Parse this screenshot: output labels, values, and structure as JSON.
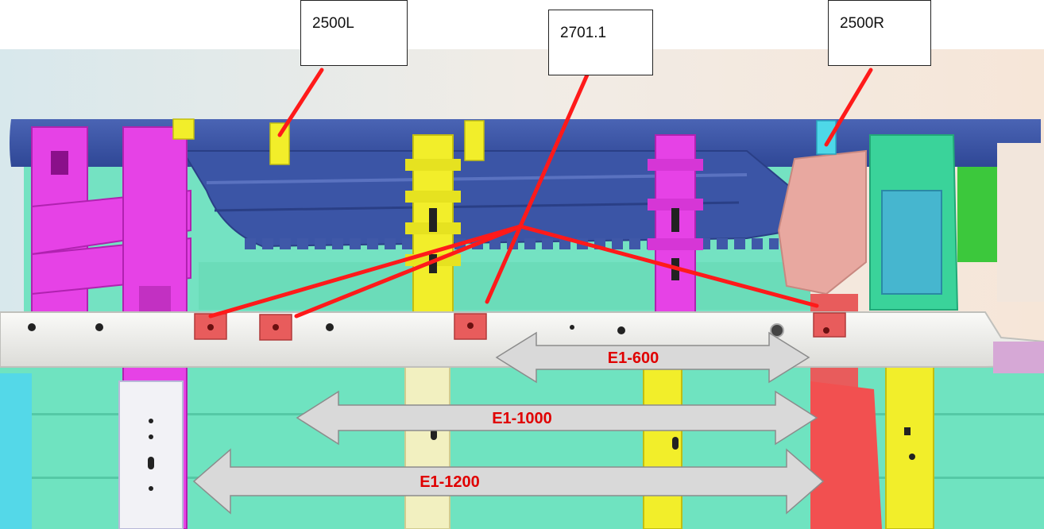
{
  "callouts": {
    "left": {
      "label": "2500L"
    },
    "middle": {
      "label": "2701.1"
    },
    "right": {
      "label": "2500R"
    }
  },
  "dimensions": {
    "d600": {
      "label": "E1-600"
    },
    "d1000": {
      "label": "E1-1000"
    },
    "d1200": {
      "label": "E1-1200"
    }
  },
  "colors": {
    "leader": "#ff1a1a",
    "dim_label": "#e00000",
    "arrow_fill": "#d9d9d9",
    "arrow_stroke": "#8c8c8c",
    "rail_blue": "#3b55a6",
    "crossbar": "#f0f0ee",
    "floor_teal": "#6fe3c0",
    "magenta": "#e642e6",
    "yellow": "#f2ee2a",
    "bracket_red": "#e85c5c",
    "green_part": "#3ad39a",
    "salmon": "#e8a8a0"
  }
}
